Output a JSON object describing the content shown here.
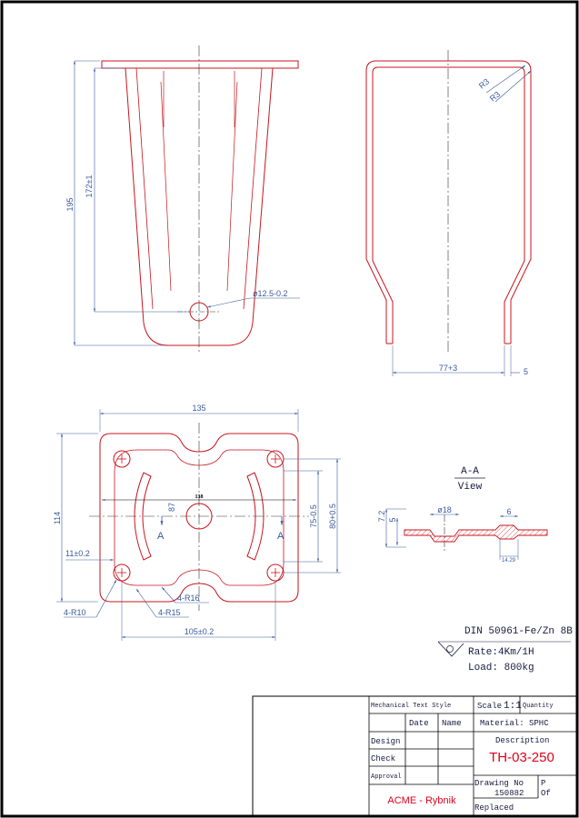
{
  "colors": {
    "part": "#c8141e",
    "dimension": "#3a5a9a",
    "centerline": "#333333",
    "frame": "#000000",
    "title_red": "#e0001a"
  },
  "front_view": {
    "dims": {
      "height_total": "195",
      "height_hole": "172±1",
      "hole_dia": "ø12.5-0.2"
    }
  },
  "side_view": {
    "dims": {
      "r_outer": "R3",
      "r_inner": "R3",
      "width": "77+3",
      "thickness": "5"
    }
  },
  "plan_view": {
    "dims": {
      "width": "135",
      "height": "114",
      "inner_87": "87",
      "center_138": "138",
      "slot_75": "75-0.5",
      "slot_80": "80+0.5",
      "offset_11": "11±0.2",
      "r10": "4-R10",
      "r15": "4-R15",
      "r16": "4-R16",
      "bottom_105": "105±0.2"
    },
    "section_left_marker": "A",
    "section_right_marker": "A"
  },
  "section_view": {
    "title": "A-A",
    "subtitle": "View",
    "dims": {
      "h72": "7.2",
      "h5": "5",
      "dia18": "ø18",
      "w6": "6",
      "d1429": "14.29"
    }
  },
  "notes": {
    "standard": "DIN 50961-Fe/Zn 8B",
    "rate": "Rate:4Km/1H",
    "load": "Load: 800kg"
  },
  "title_block": {
    "text_style": "Mechanical Text Style",
    "scale_label": "Scale",
    "scale_value": "1:1",
    "quantity_label": "Quantity",
    "date_label": "Date",
    "name_label": "Name",
    "material": "Material: SPHC",
    "design_label": "Design",
    "description_label": "Description",
    "check_label": "Check",
    "part_number": "TH-03-250",
    "approval_label": "Approval",
    "drawing_no_label": "Drawing No",
    "drawing_no": "150882",
    "p_label": "P",
    "of_label": "Of",
    "company": "ACME - Rybnik",
    "replaced_label": "Replaced"
  }
}
